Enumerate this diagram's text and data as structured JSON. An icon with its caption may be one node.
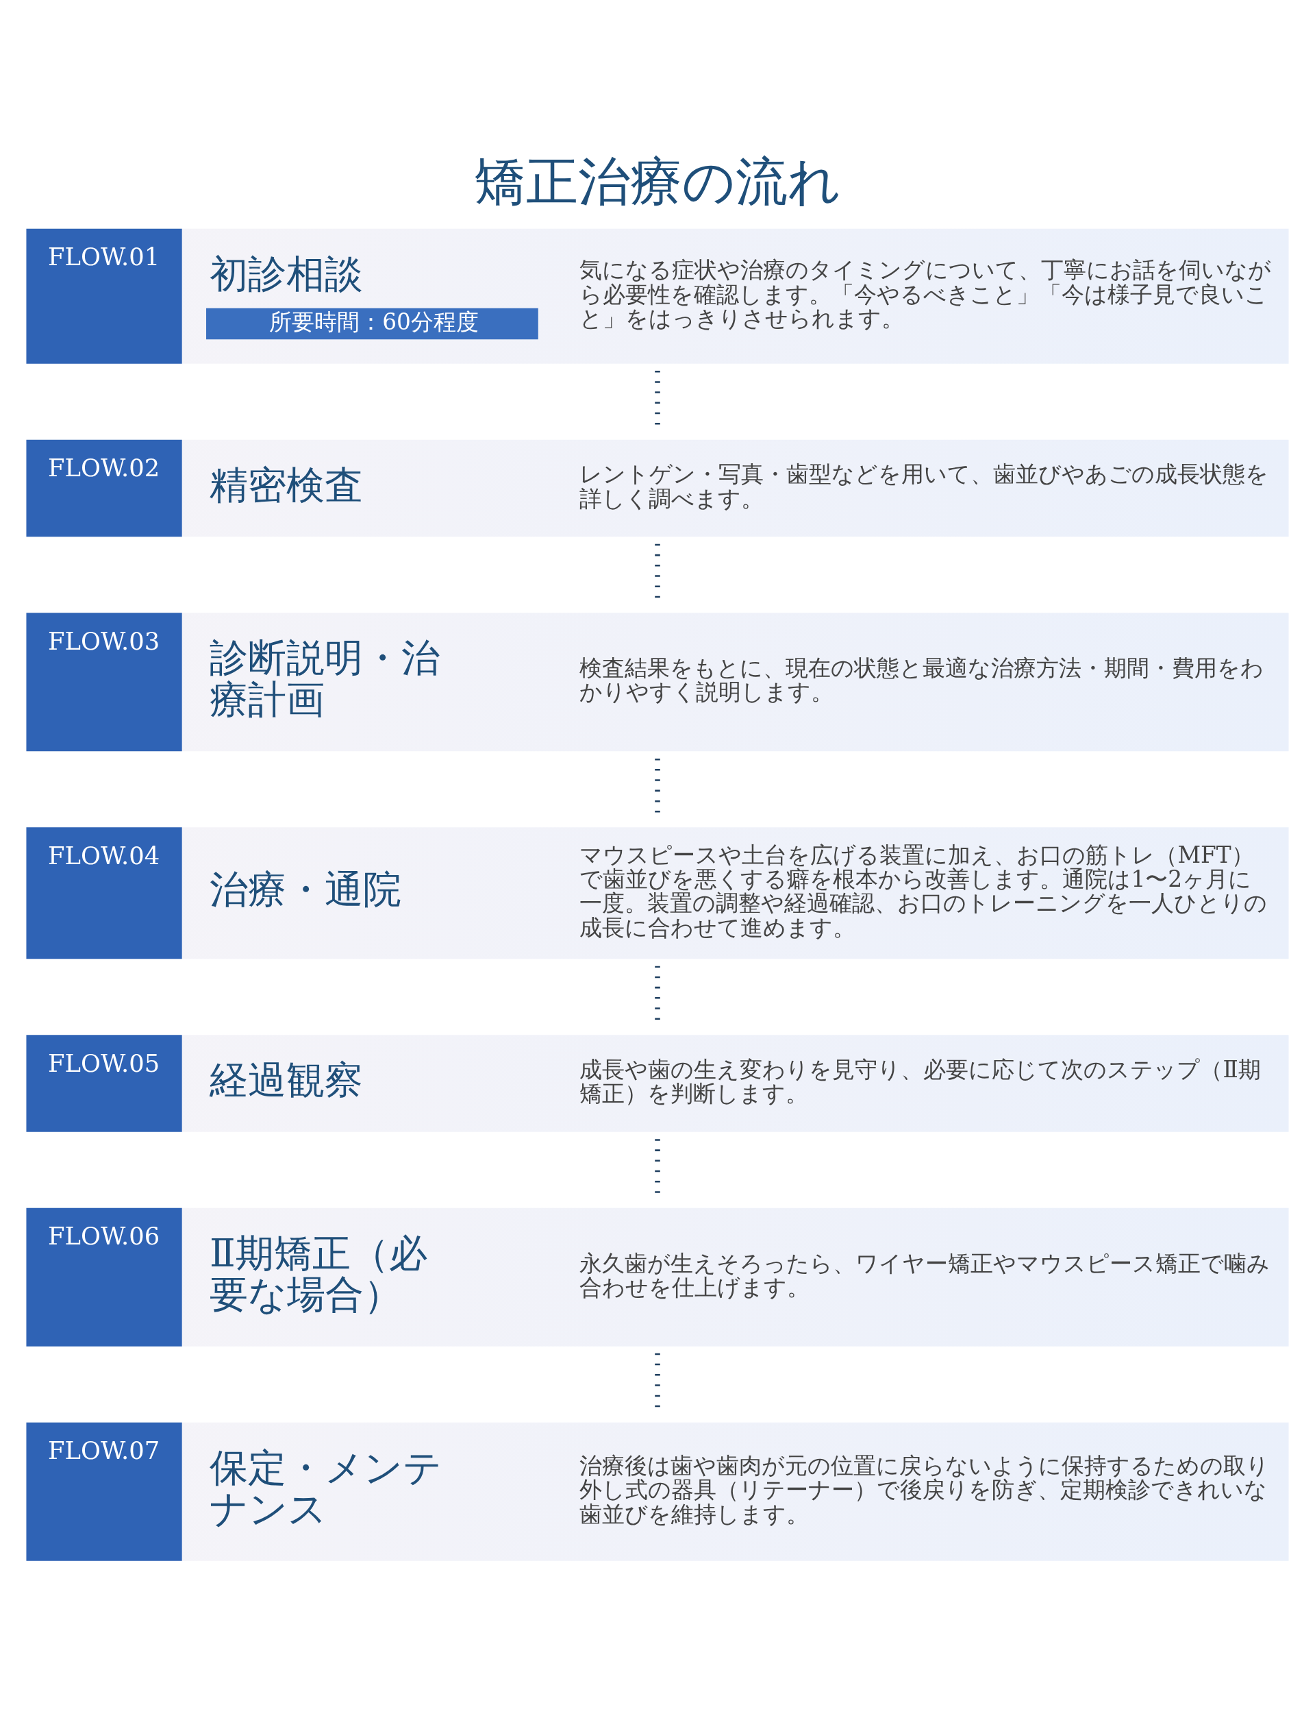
{
  "diagram": {
    "title": "矯正治療の流れ",
    "nodes": [
      {
        "text": [
          "FLOW.01",
          "初診相談",
          "所要時間：60分程度",
          "気になる症状や治療のタイミングについて、丁寧にお話を伺いながら必要性を確認します。「今やるべきこと」「今は様子見で良いこと」をはっきりさせられます。"
        ]
      },
      {
        "text": [
          "FLOW.02",
          "精密検査",
          "レントゲン・写真・歯型などを用いて、歯並びやあごの成長状態を詳しく調べます。"
        ]
      },
      {
        "text": [
          "FLOW.03",
          "診断説明・治療計画",
          "検査結果をもとに、現在の状態と最適な治療方法・期間・費用をわかりやすく説明します。"
        ]
      },
      {
        "text": [
          "FLOW.04",
          "治療・通院",
          "マウスピースや土台を広げる装置に加え、お口の筋トレ（MFT）で歯並びを悪くする癖を根本から改善します。通院は1〜2ヶ月に一度。装置の調整や経過確認、お口のトレーニングを一人ひとりの成長に合わせて進めます。"
        ]
      },
      {
        "text": [
          "FLOW.05",
          "経過観察",
          "成長や歯の生え変わりを見守り、必要に応じて次のステップ（Ⅱ期矯正）を判断します。"
        ]
      },
      {
        "text": [
          "FLOW.06",
          "Ⅱ期矯正（必要な場合）",
          "永久歯が生えそろったら、ワイヤー矯正やマウスピース矯正で噛み合わせを仕上げます。"
        ]
      },
      {
        "text": [
          "FLOW.07",
          "保定・メンテナンス",
          "治療後は歯や歯肉が元の位置に戻らないように保持するための取り外し式の器具（リテーナー）で後戻りを防ぎ、定期検診できれいな歯並びを維持します。"
        ]
      }
    ],
    "edges": [
      {
        "from": 0,
        "to": 1,
        "arrow": "none",
        "style": "dashed"
      },
      {
        "from": 1,
        "to": 2,
        "arrow": "none",
        "style": "dashed"
      },
      {
        "from": 2,
        "to": 3,
        "arrow": "none",
        "style": "dashed"
      },
      {
        "from": 3,
        "to": 4,
        "arrow": "none",
        "style": "dashed"
      },
      {
        "from": 4,
        "to": 5,
        "arrow": "none",
        "style": "dashed"
      },
      {
        "from": 5,
        "to": 6,
        "arrow": "none",
        "style": "dashed"
      }
    ]
  }
}
